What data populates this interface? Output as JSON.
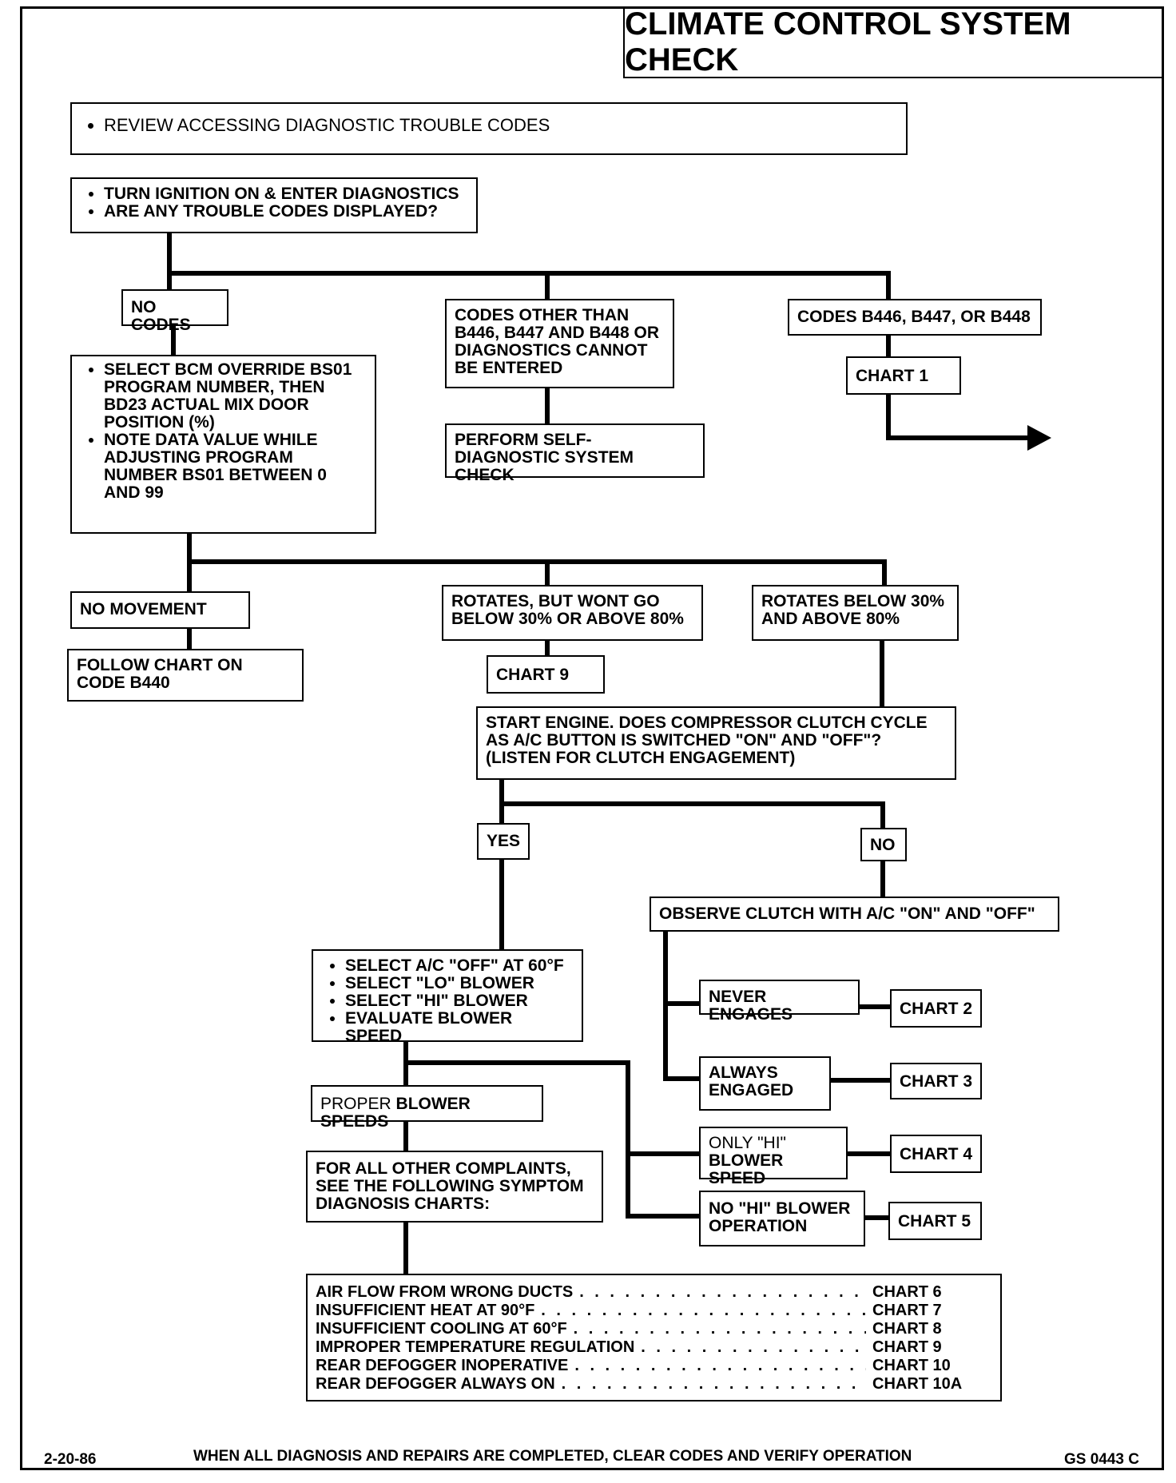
{
  "title": "CLIMATE CONTROL SYSTEM CHECK",
  "steps": {
    "review": "REVIEW ACCESSING  DIAGNOSTIC TROUBLE CODES",
    "ignition_1": "TURN IGNITION ON  & ENTER DIAGNOSTICS",
    "ignition_2": "ARE ANY TROUBLE CODES DISPLAYED?",
    "no_codes": "NO CODES",
    "codes_other": "CODES OTHER THAN B446, B447 AND B448 OR DIAGNOSTICS CANNOT BE ENTERED",
    "codes_b446": "CODES B446, B447, OR B448",
    "chart1": "CHART 1",
    "perform_self": "PERFORM SELF-DIAGNOSTIC SYSTEM CHECK",
    "select_bcm": "SELECT BCM  OVERRIDE BS01 PROGRAM NUMBER, THEN BD23 ACTUAL MIX DOOR POSITION (%)",
    "note_data": "NOTE DATA VALUE  WHILE ADJUSTING PROGRAM NUMBER BS01 BETWEEN 0 AND 99",
    "no_movement": "NO MOVEMENT",
    "follow_chart": "FOLLOW CHART ON CODE B440",
    "rotates_wont": "ROTATES, BUT WONT GO BELOW 30% OR ABOVE 80%",
    "chart9": "CHART 9",
    "rotates_below": "ROTATES BELOW 30% AND ABOVE 80%",
    "start_engine": "START ENGINE.  DOES COMPRESSOR CLUTCH CYCLE AS A/C BUTTON IS SWITCHED \"ON\" AND \"OFF\"? (LISTEN FOR CLUTCH ENGAGEMENT)",
    "yes": "YES",
    "no": "NO",
    "observe_clutch": "OBSERVE CLUTCH WITH A/C \"ON\" AND \"OFF\"",
    "never_engages": "NEVER ENGAGES",
    "chart2": "CHART 2",
    "always_engaged": "ALWAYS ENGAGED",
    "chart3": "CHART 3",
    "select_ac_off": "SELECT A/C \"OFF\" AT 60°F",
    "select_lo": "SELECT \"LO\" BLOWER",
    "select_hi": "SELECT  \"HI\"  BLOWER",
    "evaluate": "EVALUATE BLOWER SPEED",
    "proper_1": "PROPER",
    "proper_2": "BLOWER SPEEDS",
    "only_hi_1": "ONLY \"HI\"",
    "only_hi_2": "BLOWER SPEED",
    "chart4": "CHART 4",
    "no_hi": "NO \"HI\" BLOWER OPERATION",
    "chart5": "CHART 5",
    "other_complaints": "FOR ALL OTHER COMPLAINTS, SEE THE FOLLOWING  SYMPTOM DIAGNOSIS CHARTS:"
  },
  "symptoms": [
    {
      "name": "AIR FLOW FROM WRONG DUCTS",
      "chart": "CHART 6"
    },
    {
      "name": "INSUFFICIENT HEAT AT 90°F",
      "chart": "CHART 7"
    },
    {
      "name": "INSUFFICIENT COOLING AT 60°F",
      "chart": "CHART 8"
    },
    {
      "name": "IMPROPER TEMPERATURE REGULATION",
      "chart": "CHART 9"
    },
    {
      "name": "REAR DEFOGGER INOPERATIVE",
      "chart": "CHART 10"
    },
    {
      "name": "REAR DEFOGGER ALWAYS ON",
      "chart": "CHART 10A"
    }
  ],
  "footer": {
    "date": "2-20-86",
    "note": "WHEN ALL DIAGNOSIS AND REPAIRS ARE COMPLETED, CLEAR CODES AND VERIFY OPERATION",
    "code": "GS 0443 C"
  }
}
